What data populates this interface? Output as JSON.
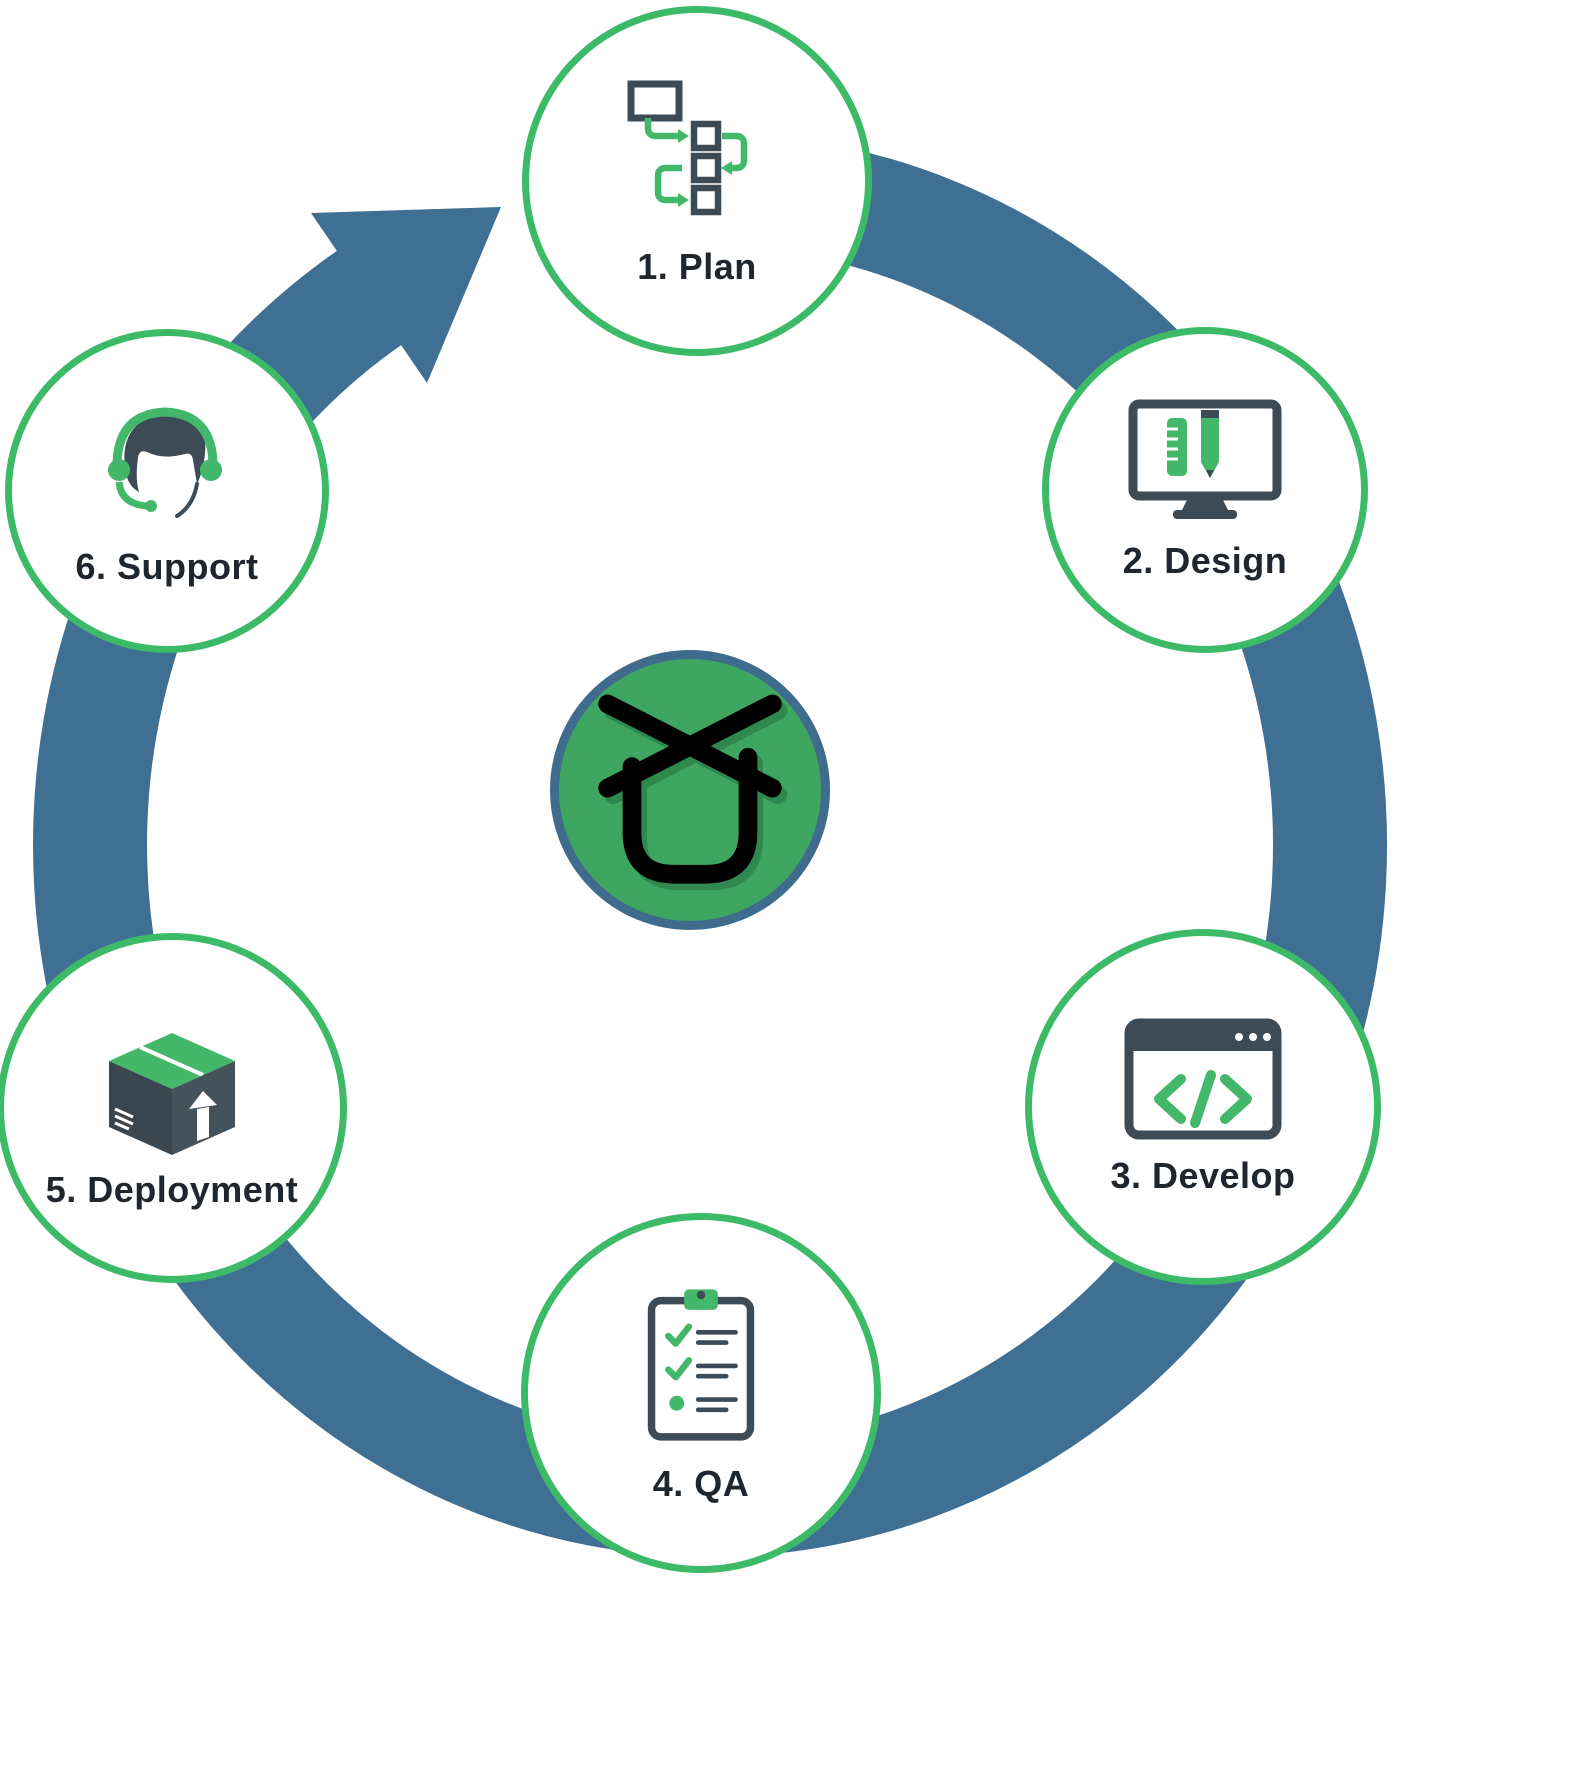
{
  "diagram": {
    "type": "software-development-lifecycle-cycle",
    "center": {
      "name": "ux-monogram-logo"
    },
    "stages": [
      {
        "label": "1. Plan",
        "icon": "flowchart-icon"
      },
      {
        "label": "2. Design",
        "icon": "design-tools-icon"
      },
      {
        "label": "3. Develop",
        "icon": "code-browser-icon"
      },
      {
        "label": "4. QA",
        "icon": "qa-checklist-icon"
      },
      {
        "label": "5. Deployment",
        "icon": "package-icon"
      },
      {
        "label": "6. Support",
        "icon": "headset-icon"
      }
    ],
    "colors": {
      "ring": "#3f6f92",
      "circle_border": "#3dba67",
      "icon_dark": "#3d4b57",
      "icon_green": "#44b86a",
      "center_fill": "#3fa661",
      "center_border": "#3f6b8d",
      "label_text": "#20262e"
    }
  }
}
